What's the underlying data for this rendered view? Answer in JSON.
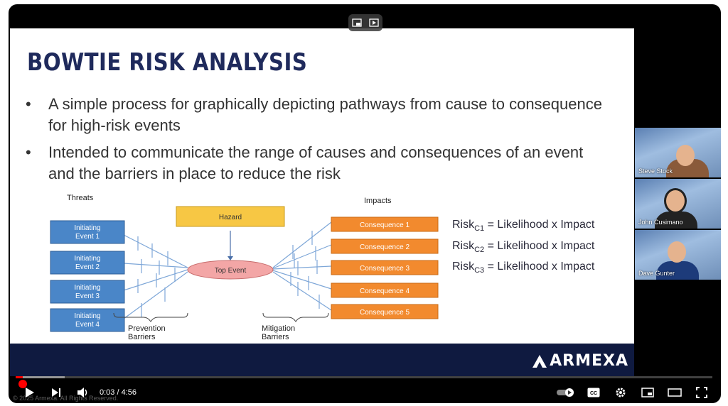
{
  "slide": {
    "title": "BOWTIE RISK ANALYSIS",
    "bullets": [
      "A simple process for graphically depicting pathways from cause to consequence for high-risk events",
      "Intended to communicate the range of causes and consequences of an event and the barriers in place to reduce the risk"
    ],
    "diagram": {
      "threats_label": "Threats",
      "impacts_label": "Impacts",
      "hazard": "Hazard",
      "top_event": "Top Event",
      "initiating_events": [
        [
          "Initiating",
          "Event 1"
        ],
        [
          "Initiating",
          "Event 2"
        ],
        [
          "Initiating",
          "Event 3"
        ],
        [
          "Initiating",
          "Event 4"
        ]
      ],
      "consequences": [
        "Consequence 1",
        "Consequence 2",
        "Consequence 3",
        "Consequence 4",
        "Consequence 5"
      ],
      "prevention_barriers": [
        "Prevention",
        "Barriers"
      ],
      "mitigation_barriers": [
        "Mitigation",
        "Barriers"
      ],
      "risk_equations": [
        {
          "prefix": "Risk",
          "sub": "C1",
          "rest": " = Likelihood x Impact"
        },
        {
          "prefix": "Risk",
          "sub": "C2",
          "rest": " = Likelihood x Impact"
        },
        {
          "prefix": "Risk",
          "sub": "C3",
          "rest": " = Likelihood x Impact"
        }
      ]
    },
    "logo": "ARMEXA"
  },
  "participants": [
    {
      "name": "Steve Stock"
    },
    {
      "name": "John Cusimano"
    },
    {
      "name": "Dave Gunter"
    }
  ],
  "player": {
    "time": "0:03 / 4:56",
    "played_fraction": 0.01,
    "loaded_fraction": 0.07,
    "watermark": "© 2025 Armexa. All Rights Reserved."
  },
  "colors": {
    "title": "#1f2a5c",
    "threat_box": "#4a86c8",
    "hazard_box": "#f7c744",
    "consequence_box": "#f28a2e",
    "top_event": "#f3a6a6",
    "footer_band": "#0f1a40",
    "progress": "#ff0000"
  }
}
